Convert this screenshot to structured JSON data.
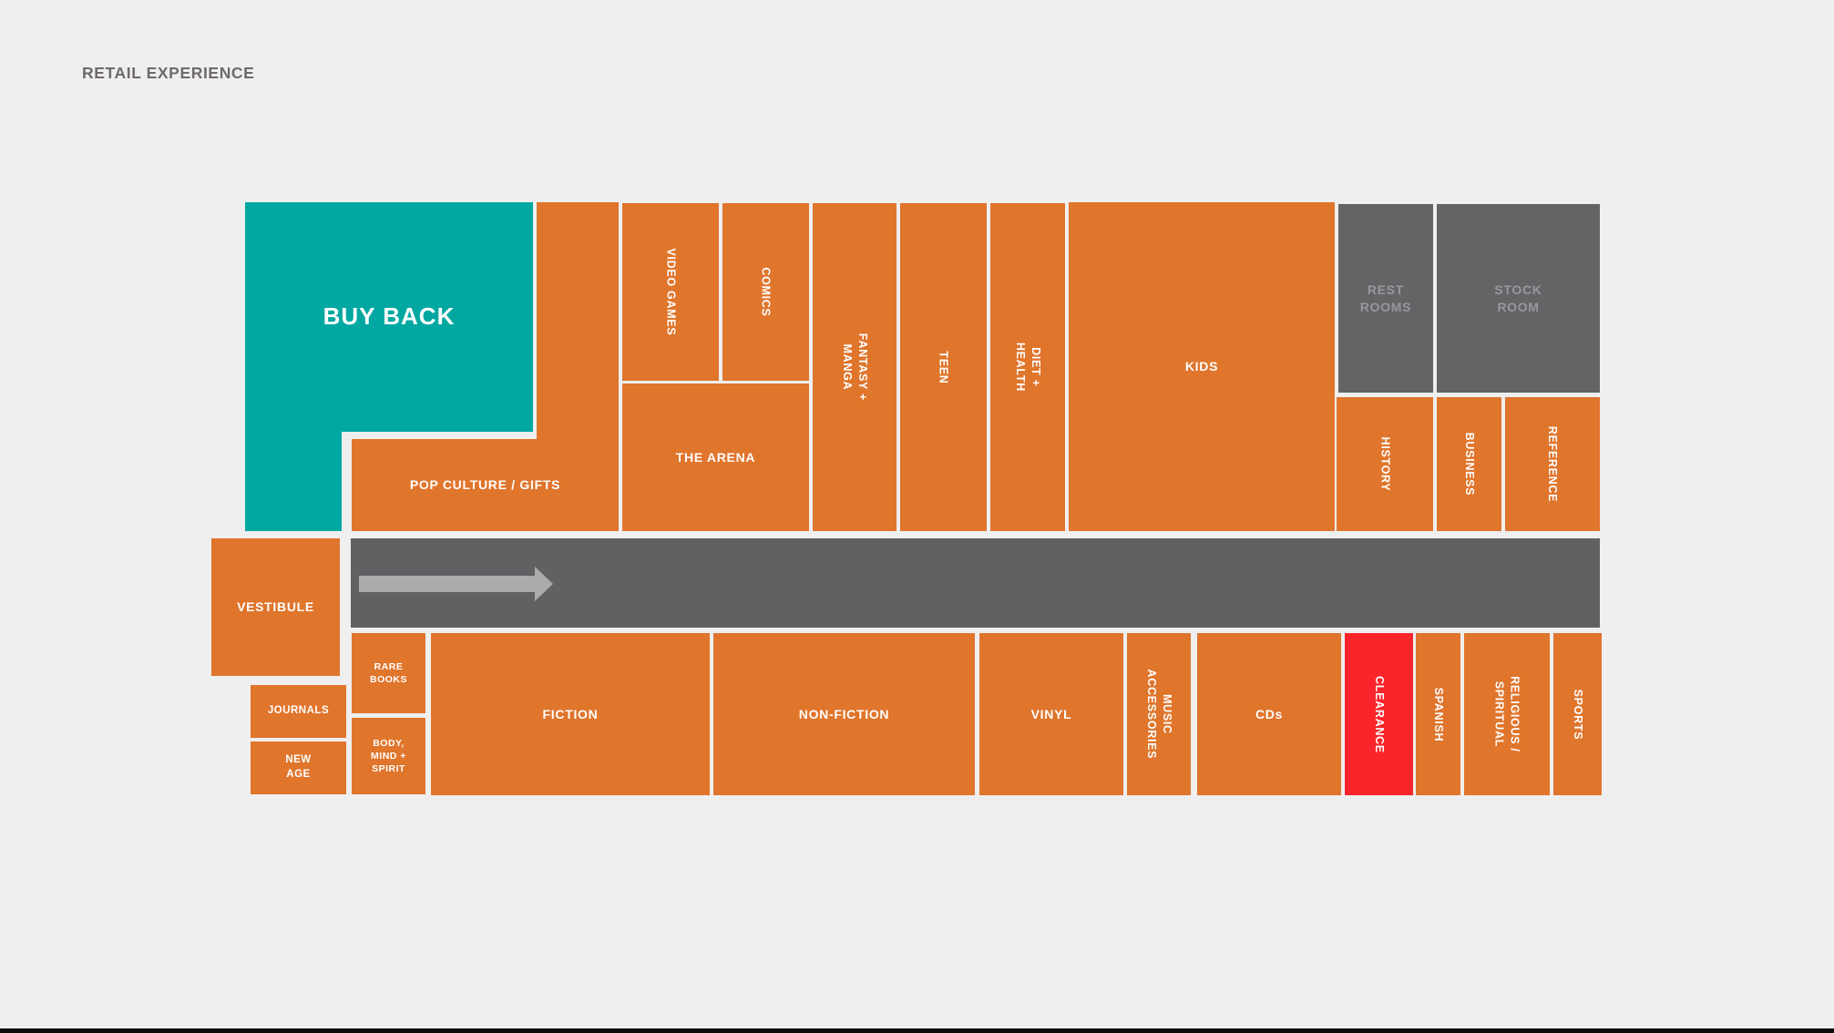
{
  "title": "RETAIL EXPERIENCE",
  "colors": {
    "background": "#EFEFEF",
    "orange": "#E0752C",
    "teal": "#00A8A1",
    "gray_room": "#636466",
    "gray_corridor": "#606163",
    "gray_text": "#97989B",
    "arrow": "#ABABAB",
    "red": "#F9252B",
    "title_text": "#6F6A68",
    "label_text": "#FFFFFF",
    "bottom_bar": "#0B0B0B"
  },
  "map": {
    "top_row": {
      "buy_back": "BUY BACK",
      "pop_culture_gifts": "POP CULTURE / GIFTS",
      "video_games": "VIDEO GAMES",
      "comics": "COMICS",
      "the_arena": "THE ARENA",
      "fantasy_manga": "FANTASY + MANGA",
      "teen": "TEEN",
      "diet_health": "DIET + HEALTH",
      "kids": "KIDS",
      "rest_rooms": "REST\nROOMS",
      "stock_room": "STOCK\nROOM",
      "history": "HISTORY",
      "business": "BUSINESS",
      "reference": "REFERENCE"
    },
    "middle": {
      "vestibule": "VESTIBULE"
    },
    "bottom_row": {
      "rare_books": "RARE\nBOOKS",
      "journals": "JOURNALS",
      "new_age": "NEW\nAGE",
      "body_mind_spirit": "BODY,\nMIND +\nSPIRIT",
      "fiction": "FICTION",
      "non_fiction": "NON-FICTION",
      "vinyl": "VINYL",
      "music_accessories": "MUSIC\nACCESSORIES",
      "cds": "CDs",
      "clearance": "CLEARANCE",
      "spanish": "SPANISH",
      "religious_spiritual": "RELIGIOUS /\nSPIRITUAL",
      "sports": "SPORTS"
    }
  }
}
